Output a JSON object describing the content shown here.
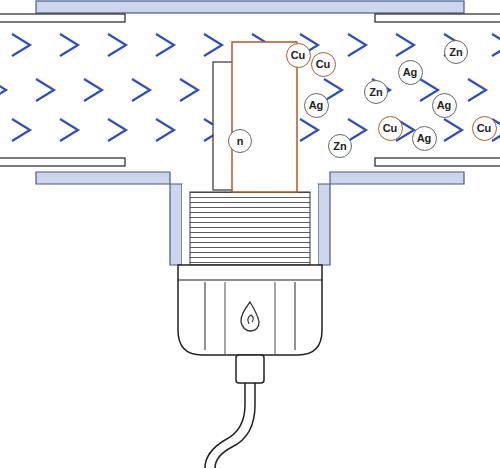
{
  "diagram": {
    "nodes": [
      {
        "text": [
          "Zn"
        ]
      },
      {
        "text": [
          "Cu"
        ]
      },
      {
        "text": [
          "Cu"
        ]
      },
      {
        "text": [
          "Ag"
        ]
      },
      {
        "text": [
          "Zn"
        ]
      },
      {
        "text": [
          "Ag"
        ]
      },
      {
        "text": [
          "Ag"
        ]
      },
      {
        "text": [
          "Cu"
        ]
      },
      {
        "text": [
          "Cu"
        ]
      },
      {
        "text": [
          "Ag"
        ]
      },
      {
        "text": [
          "n"
        ]
      },
      {
        "text": [
          "Zn"
        ]
      }
    ]
  }
}
